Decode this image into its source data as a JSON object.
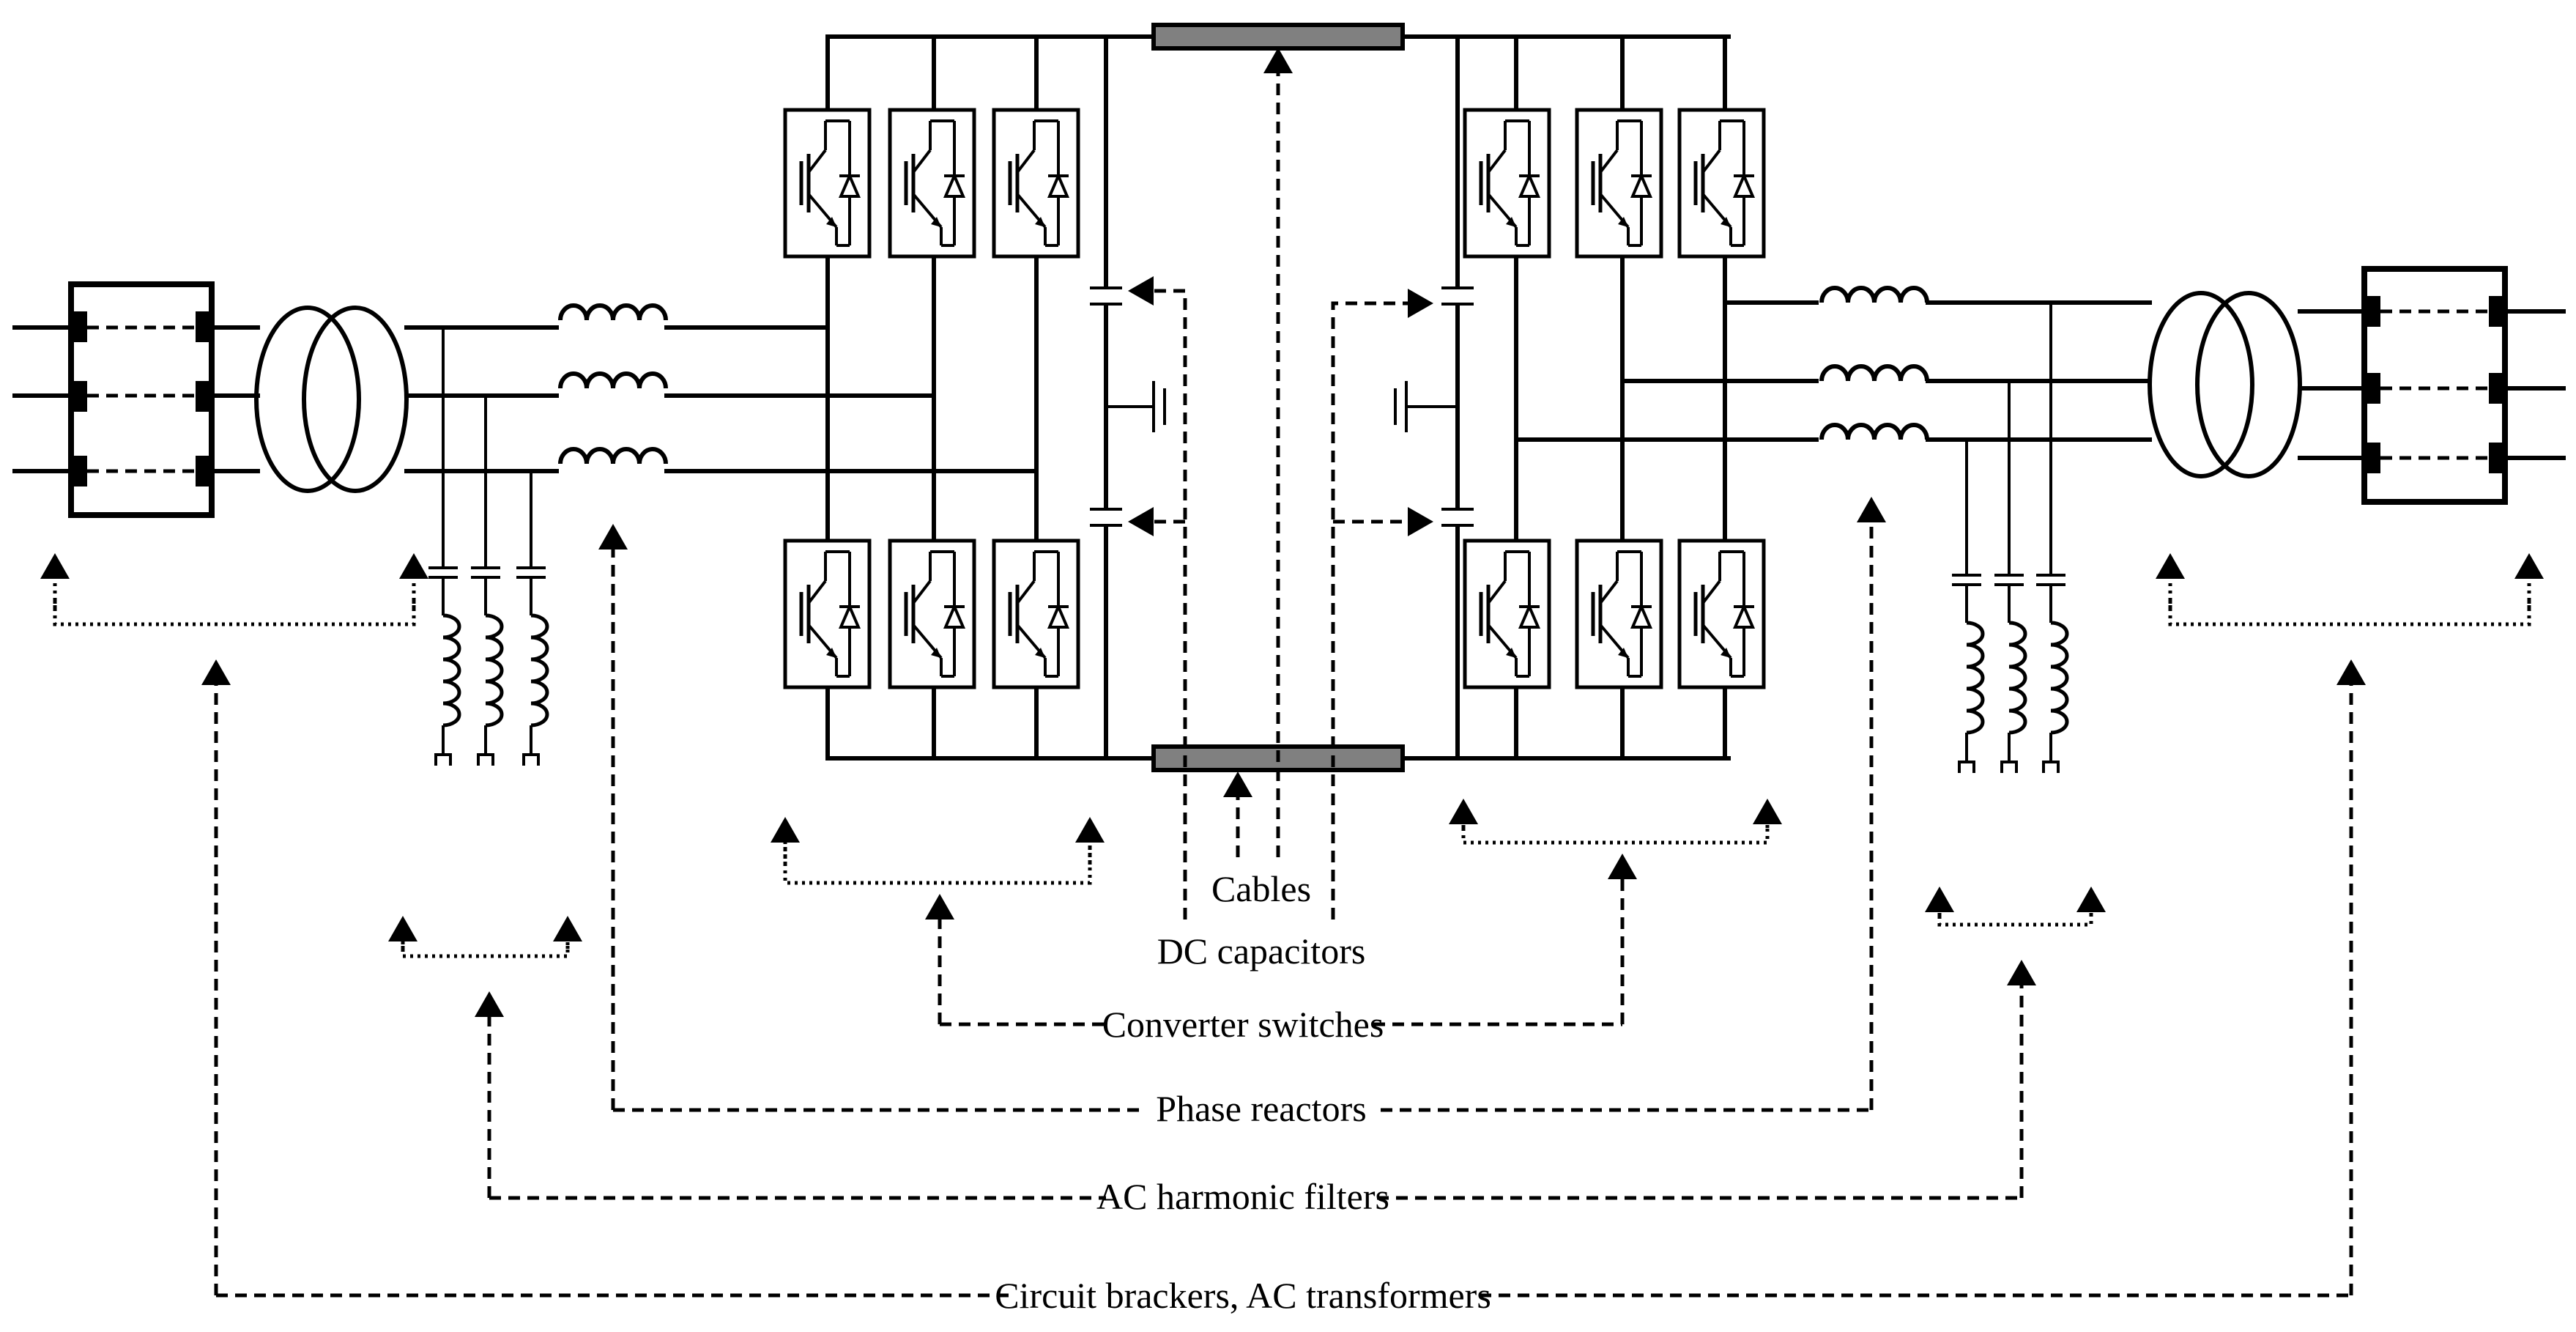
{
  "labels": {
    "cables": "Cables",
    "dc_capacitors": "DC capacitors",
    "converter_switches": "Converter switches",
    "phase_reactors": "Phase reactors",
    "ac_harmonic_filters": "AC harmonic filters",
    "breakers_transformers": "Circuit brackers, AC transformers"
  },
  "colors": {
    "line": "#000000",
    "cable_fill": "#808080",
    "background": "#ffffff"
  }
}
